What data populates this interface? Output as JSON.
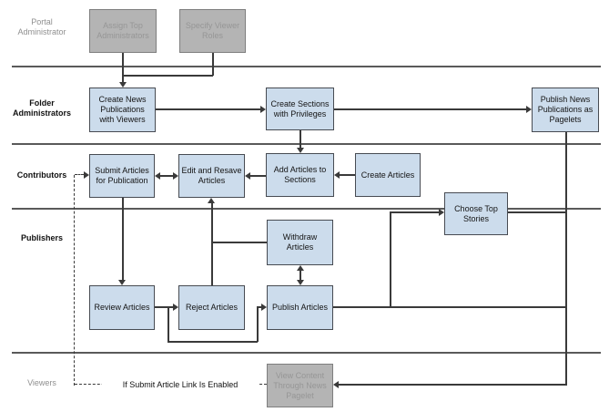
{
  "lanes": {
    "portal": "Portal Administrator",
    "folder": "Folder Administrators",
    "contributors": "Contributors",
    "publishers": "Publishers",
    "viewers": "Viewers"
  },
  "nodes": {
    "assign_top": "Assign Top Administrators",
    "specify_viewer": "Specify Viewer Roles",
    "create_news": "Create News Publications with Viewers",
    "create_sections": "Create Sections with Privileges",
    "publish_news": "Publish News Publications as Pagelets",
    "submit_articles": "Submit Articles for Publication",
    "edit_resave": "Edit and Resave Articles",
    "add_articles": "Add Articles to Sections",
    "create_articles": "Create Articles",
    "choose_top": "Choose Top Stories",
    "withdraw": "Withdraw Articles",
    "review": "Review Articles",
    "reject": "Reject Articles",
    "publish_articles": "Publish Articles",
    "view_content": "View Content Through News Pagelet"
  },
  "annotation": {
    "submit_link": "If Submit Article Link Is Enabled"
  },
  "colors": {
    "task_fill": "#ccdcec",
    "task_border": "#474b52",
    "muted_fill": "#b4b4b4",
    "muted_border": "#7e7e7e",
    "muted_text": "#969696",
    "connector": "#3a3a3a",
    "lane_divider": "#5a5a5a",
    "background": "#ffffff"
  }
}
